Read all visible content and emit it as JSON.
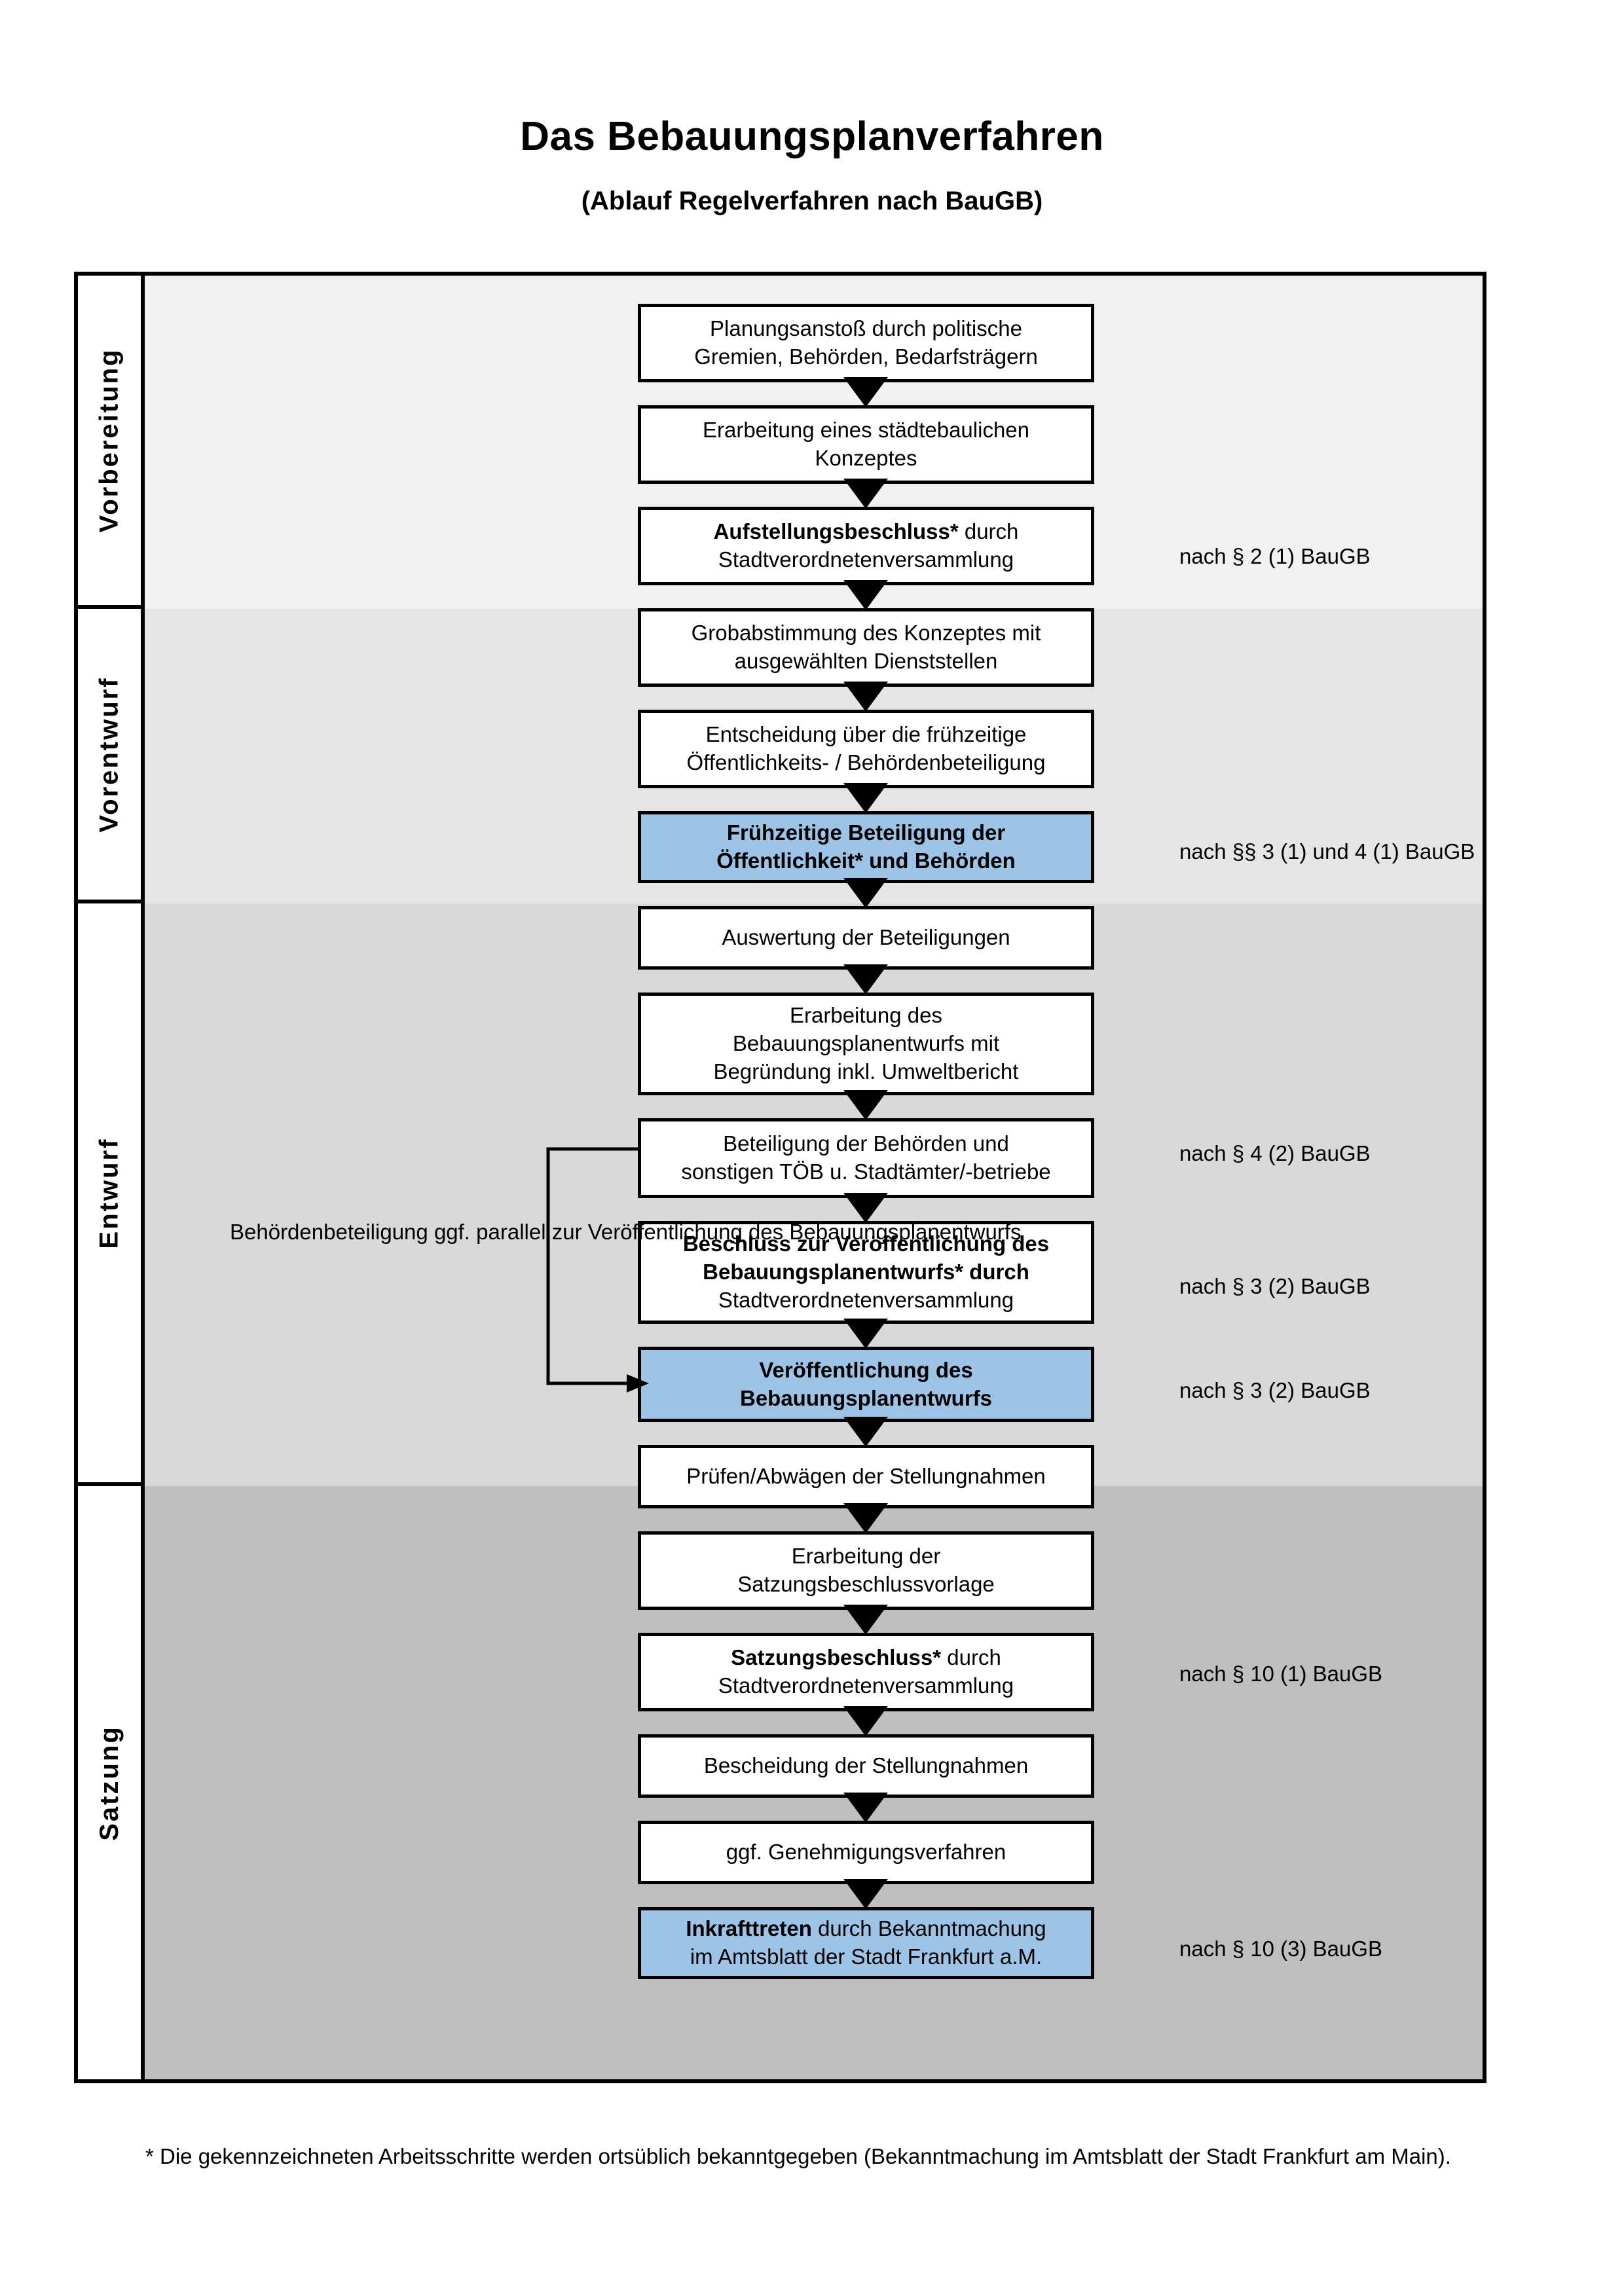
{
  "title": "Das Bebauungsplanverfahren",
  "subtitle": "(Ablauf Regelverfahren nach BauGB)",
  "colors": {
    "highlight_blue": "#9DC3E6",
    "band_vorbereitung": "#F1F1F1",
    "band_vorentwurf": "#E5E5E5",
    "band_entwurf": "#D9D9D9",
    "band_satzung": "#BFBFBF",
    "border": "#000000"
  },
  "phases": [
    {
      "label": "Vorbereitung"
    },
    {
      "label": "Vorentwurf"
    },
    {
      "label": "Entwurf"
    },
    {
      "label": "Satzung"
    }
  ],
  "steps": [
    {
      "id": "planungsanstoss",
      "lines": [
        "Planungsanstoß durch politische",
        "Gremien, Behörden, Bedarfsträgern"
      ],
      "bold_prefix": "",
      "highlight": false
    },
    {
      "id": "konzept",
      "lines": [
        "Erarbeitung eines städtebaulichen",
        "Konzeptes"
      ],
      "bold_prefix": "",
      "highlight": false
    },
    {
      "id": "aufstellungsbeschluss",
      "lines": [
        "Aufstellungsbeschluss* durch",
        "Stadtverordnetenversammlung"
      ],
      "bold_prefix": "Aufstellungsbeschluss*",
      "bold_rest": " durch",
      "highlight": false
    },
    {
      "id": "grobabstimmung",
      "lines": [
        "Grobabstimmung des Konzeptes mit",
        "ausgewählten Dienststellen"
      ],
      "bold_prefix": "",
      "highlight": false
    },
    {
      "id": "entscheidung-beteiligung",
      "lines": [
        "Entscheidung über die frühzeitige",
        "Öffentlichkeits- / Behördenbeteiligung"
      ],
      "bold_prefix": "",
      "highlight": false
    },
    {
      "id": "fruehzeitige-beteiligung",
      "lines": [
        "Frühzeitige Beteiligung der",
        "Öffentlichkeit* und Behörden"
      ],
      "all_bold": true,
      "highlight": true
    },
    {
      "id": "auswertung",
      "lines": [
        "Auswertung der Beteiligungen"
      ],
      "bold_prefix": "",
      "highlight": false
    },
    {
      "id": "erarbeitung-entwurf",
      "lines": [
        "Erarbeitung des",
        "Bebauungsplanentwurfs mit",
        "Begründung inkl. Umweltbericht"
      ],
      "bold_prefix": "",
      "highlight": false
    },
    {
      "id": "beteiligung-behoerden",
      "lines": [
        "Beteiligung der Behörden und",
        "sonstigen TÖB u. Stadtämter/-betriebe"
      ],
      "bold_prefix": "",
      "highlight": false
    },
    {
      "id": "beschluss-veroeffentlichung",
      "lines": [
        "Beschluss zur Veröffentlichung des",
        "Bebauungsplanentwurfs* durch",
        "Stadtverordnetenversammlung"
      ],
      "partial_bold": true,
      "highlight": false
    },
    {
      "id": "veroeffentlichung",
      "lines": [
        "Veröffentlichung des",
        "Bebauungsplanentwurfs"
      ],
      "all_bold": true,
      "highlight": true
    },
    {
      "id": "pruefen-abwaegen",
      "lines": [
        "Prüfen/Abwägen der Stellungnahmen"
      ],
      "bold_prefix": "",
      "highlight": false
    },
    {
      "id": "satzungsbeschlussvorlage",
      "lines": [
        "Erarbeitung der",
        "Satzungsbeschlussvorlage"
      ],
      "bold_prefix": "",
      "highlight": false
    },
    {
      "id": "satzungsbeschluss",
      "lines": [
        "Satzungsbeschluss* durch",
        "Stadtverordnetenversammlung"
      ],
      "bold_prefix": "Satzungsbeschluss*",
      "bold_rest": " durch",
      "highlight": false
    },
    {
      "id": "bescheidung",
      "lines": [
        "Bescheidung der Stellungnahmen"
      ],
      "bold_prefix": "",
      "highlight": false
    },
    {
      "id": "genehmigungsverfahren",
      "lines": [
        "ggf. Genehmigungsverfahren"
      ],
      "bold_prefix": "",
      "highlight": false
    },
    {
      "id": "inkrafttreten",
      "lines": [
        "Inkrafttreten durch Bekanntmachung",
        "im Amtsblatt der Stadt Frankfurt a.M."
      ],
      "bold_prefix": "Inkrafttreten",
      "highlight": true
    }
  ],
  "legal_refs": [
    {
      "id": "ref-par2",
      "text": "nach § 2 (1) BauGB"
    },
    {
      "id": "ref-par3-1-4-1",
      "text": "nach §§ 3 (1) und 4 (1) BauGB"
    },
    {
      "id": "ref-par4-2",
      "text": "nach § 4 (2) BauGB"
    },
    {
      "id": "ref-par3-2-a",
      "text": "nach § 3 (2) BauGB"
    },
    {
      "id": "ref-par3-2-b",
      "text": "nach § 3 (2) BauGB"
    },
    {
      "id": "ref-par10-1",
      "text": "nach § 10 (1) BauGB"
    },
    {
      "id": "ref-par10-3",
      "text": "nach § 10 (3) BauGB"
    }
  ],
  "side_note": {
    "lines": [
      "Behördenbeteiligung",
      "ggf. parallel zur",
      "Veröffentlichung des",
      "Bebauungsplanentwurfs"
    ]
  },
  "footnote": "* Die gekennzeichneten Arbeitsschritte werden ortsüblich bekanntgegeben (Bekanntmachung im Amtsblatt  der Stadt Frankfurt am Main)."
}
